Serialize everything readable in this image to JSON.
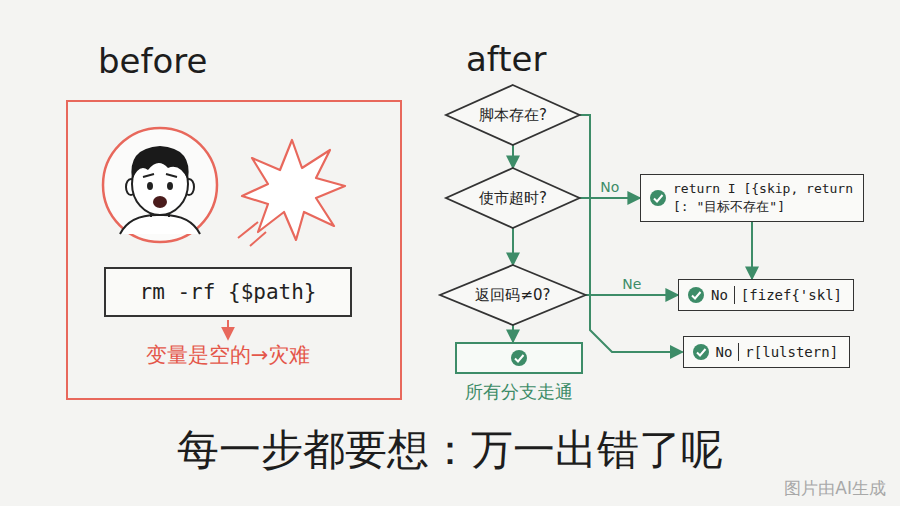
{
  "diagram": {
    "caption": "每一步都要想：万一出错了呢",
    "nodes": [
      {
        "text": [
          "before"
        ]
      },
      {
        "text": [
          "rm -rf {$path}"
        ],
        "in": 0
      },
      {
        "text": [
          "脚本存在?"
        ]
      },
      {
        "text": [
          "使市超时?"
        ]
      },
      {
        "text": [
          "返回码≠0?"
        ]
      },
      {
        "text": [
          "所有分支走通"
        ]
      },
      {
        "text": [
          "return I [{skip, return [: \"目标不存在\"]"
        ]
      },
      {
        "text": [
          "No",
          "[fizef{'skl]"
        ]
      },
      {
        "text": [
          "No",
          "r[lulstern]"
        ]
      }
    ],
    "edges": [
      {
        "from": 2,
        "to": 3,
        "arrow": "to"
      },
      {
        "from": 3,
        "to": 4,
        "arrow": "to"
      },
      {
        "from": 4,
        "to": 5,
        "arrow": "to"
      },
      {
        "from": 3,
        "to": 6,
        "label": "No",
        "arrow": "to"
      },
      {
        "from": 4,
        "to": 7,
        "label": "Ne",
        "arrow": "to"
      },
      {
        "from": 2,
        "to": 8,
        "arrow": "to"
      },
      {
        "from": 6,
        "to": 7,
        "arrow": "to"
      }
    ],
    "labels": [
      "after",
      "变量是空的→灾难",
      "图片由AI生成"
    ]
  }
}
